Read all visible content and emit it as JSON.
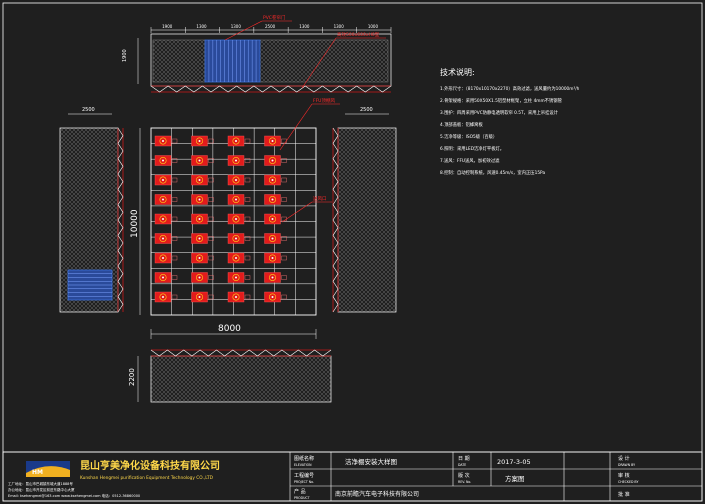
{
  "colors": {
    "background": "#1f1f1f",
    "line": "#ffffff",
    "leader": "#ff2a2a",
    "fan": "#e31b1b",
    "fan_ring": "#ffd21a",
    "blue_panel": "#3a6fd8",
    "mesh": "#9a9a9a",
    "frame_red": "#cc1a1a",
    "title_text": "#ffd84a"
  },
  "drawing": {
    "top_view": {
      "dimensions": [
        "1900",
        "1300",
        "1300",
        "2500",
        "1300",
        "1300",
        "1000"
      ],
      "side_dimension": "1900"
    },
    "callouts": [
      {
        "label": "PVC卷帘门"
      },
      {
        "label": "高效500x600xH0型"
      },
      {
        "label": "FFU顶棚风"
      },
      {
        "label": "送风口"
      }
    ],
    "side_views": {
      "left_top_dimension": "2500",
      "right_top_dimension": "2500"
    },
    "plan": {
      "width_dimension": "8000",
      "height_dimension": "10000",
      "cols": 8,
      "rows": 12,
      "fan_rows": 9,
      "fan_cols": 4
    },
    "bottom_view": {
      "height_dimension": "2200"
    }
  },
  "notes": {
    "title": "技术说明:",
    "items": [
      "1.外形尺寸：（8170x10170x2270）高效过滤，送风量约为10000m³/h",
      "2.骨架规格：采用50X50X1.5铝型材框架，立柱 4mm不锈钢管",
      "3.围护：四周采用PVC防静电透明软帘 0.5T，采用上吊挂设计",
      "4.顶部盖板：铝蜂窝板",
      "5.洁净等级：ISO5级（百级）",
      "6.照明：采用LED洁净灯平板灯。",
      "7.送风：FFU送风，加初效过滤",
      "8.控制：自动控制系统，风速0.45m/s，室内正压15Pa"
    ]
  },
  "title_block": {
    "company_cn": "昆山亨美净化设备科技有限公司",
    "company_en": "Kunshan Hengmei purification Equipment Technology CO.,LTD",
    "address_lines": [
      "工厂地址：昆山市巴城镇东城大道1888号",
      "办公地址：昆山市开发区前进东路中心大厦",
      "Email: ksehengmei@163.com  www.ksehengmei.com  电话：0512-36860000"
    ],
    "labels": {
      "drawing_name": "图纸名称",
      "drawing_name_en": "ELEVATION",
      "project_no": "工程编号",
      "project_no_en": "PROJECT No.",
      "product": "产 品",
      "product_en": "PRODUCT",
      "date": "日 期",
      "date_en": "DATE",
      "revision": "版 次",
      "revision_en": "REV. No.",
      "design": "设 计",
      "design_en": "DRAWN BY",
      "check": "审 核",
      "check_en": "CHECKED BY",
      "approve": "批 准"
    },
    "values": {
      "drawing_name": "洁净棚安装大样图",
      "date": "2017-3-05",
      "revision": "方案图",
      "product": "南京前瞻汽车电子科技有限公司"
    }
  }
}
